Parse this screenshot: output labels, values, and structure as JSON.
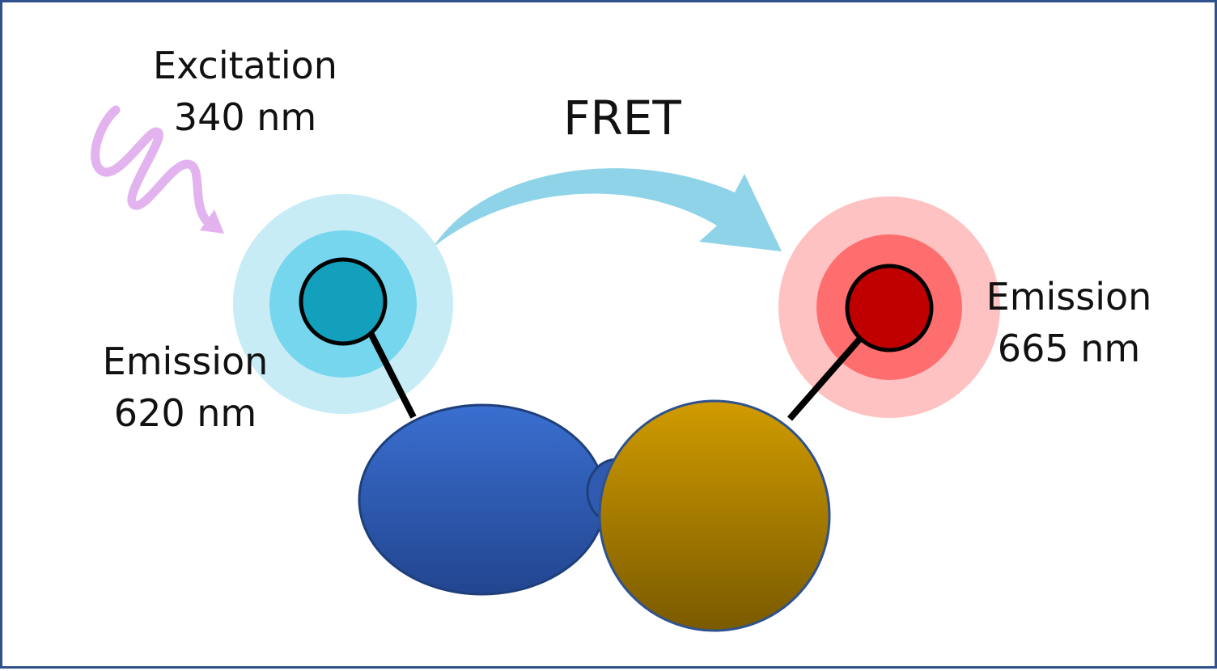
{
  "labels": {
    "excitation": {
      "line1": "Excitation",
      "line2": "340 nm"
    },
    "fret": "FRET",
    "donor_emission": {
      "line1": "Emission",
      "line2": "620 nm"
    },
    "acceptor_emission": {
      "line1": "Emission",
      "line2": "665 nm"
    }
  },
  "colors": {
    "frame": "#2f528f",
    "excitation_wave": "#e3b3ef",
    "fret_arrow": "#8fd3e8",
    "donor_halo_outer": "#c7ecf6",
    "donor_halo_inner": "#76d6ee",
    "donor_core": "#13a0bd",
    "acceptor_halo_outer": "#ffc2c2",
    "acceptor_halo_inner": "#ff6e6e",
    "acceptor_core": "#c00000",
    "blue_protein": "#2f5ab0",
    "gold_protein": "#bf8f00"
  },
  "icons": [
    "excitation-wave-icon",
    "fret-arrow-icon",
    "donor-fluorophore-icon",
    "acceptor-fluorophore-icon",
    "blue-protein-icon",
    "gold-protein-icon"
  ]
}
